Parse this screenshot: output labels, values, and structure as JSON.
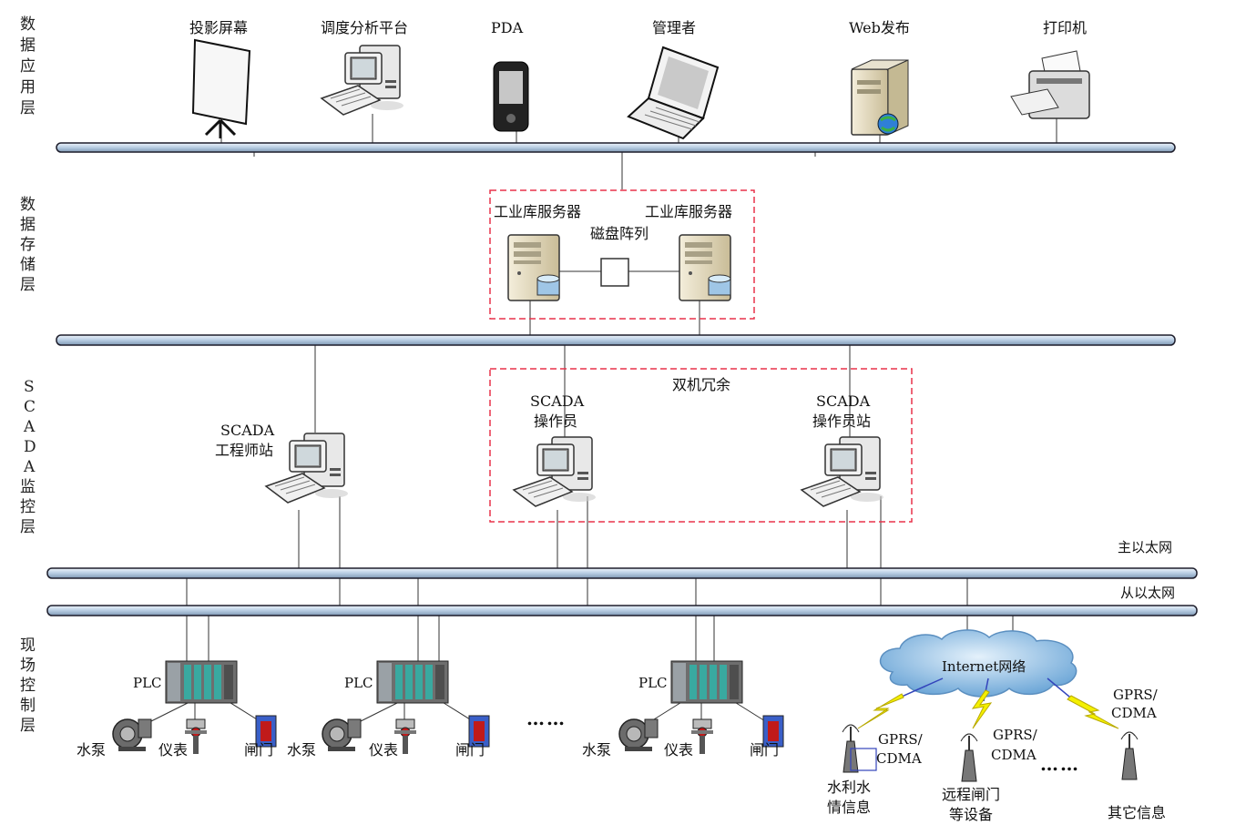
{
  "layers": {
    "app": [
      "数",
      "据",
      "应",
      "用",
      "层"
    ],
    "storage": [
      "数",
      "据",
      "存",
      "储",
      "层"
    ],
    "scada": [
      "S",
      "C",
      "A",
      "D",
      "A",
      "监",
      "控",
      "层"
    ],
    "field": [
      "现",
      "场",
      "控",
      "制",
      "层"
    ]
  },
  "app_devices": {
    "projector": "投影屏幕",
    "dispatch": "调度分析平台",
    "pda": "PDA",
    "manager": "管理者",
    "web": "Web发布",
    "printer": "打印机"
  },
  "storage": {
    "server1": "工业库服务器",
    "server2": "工业库服务器",
    "disk": "磁盘阵列"
  },
  "scada": {
    "engineer_l1": "SCADA",
    "engineer_l2": "工程师站",
    "operator_l1": "SCADA",
    "operator_l2": "操作员",
    "station_l1": "SCADA",
    "station_l2": "操作员站",
    "redundancy": "双机冗余"
  },
  "networks": {
    "main": "主以太网",
    "backup": "从以太网"
  },
  "field": {
    "plc": "PLC",
    "pump": "水泵",
    "meter": "仪表",
    "gate": "闸门",
    "dots": "……"
  },
  "remote": {
    "internet": "Internet网络",
    "gprs1_l1": "GPRS/",
    "gprs1_l2": "CDMA",
    "gprs2_l1": "GPRS/",
    "gprs2_l2": "CDMA",
    "gprs3_l1": "GPRS/",
    "gprs3_l2": "CDMA",
    "water_l1": "水利水",
    "water_l2": "情信息",
    "gate_l1": "远程闸门",
    "gate_l2": "等设备",
    "other": "其它信息",
    "dots": "……"
  },
  "colors": {
    "bus": "#c9d9ea",
    "bus_stroke": "#1d1d2b",
    "dash": "#e8324a",
    "cloud": "#8fbfe6",
    "lightning": "#f4f000",
    "plc_green": "#39a9a0",
    "gate_red": "#c01a1a",
    "gate_blue": "#3a5fc8"
  }
}
